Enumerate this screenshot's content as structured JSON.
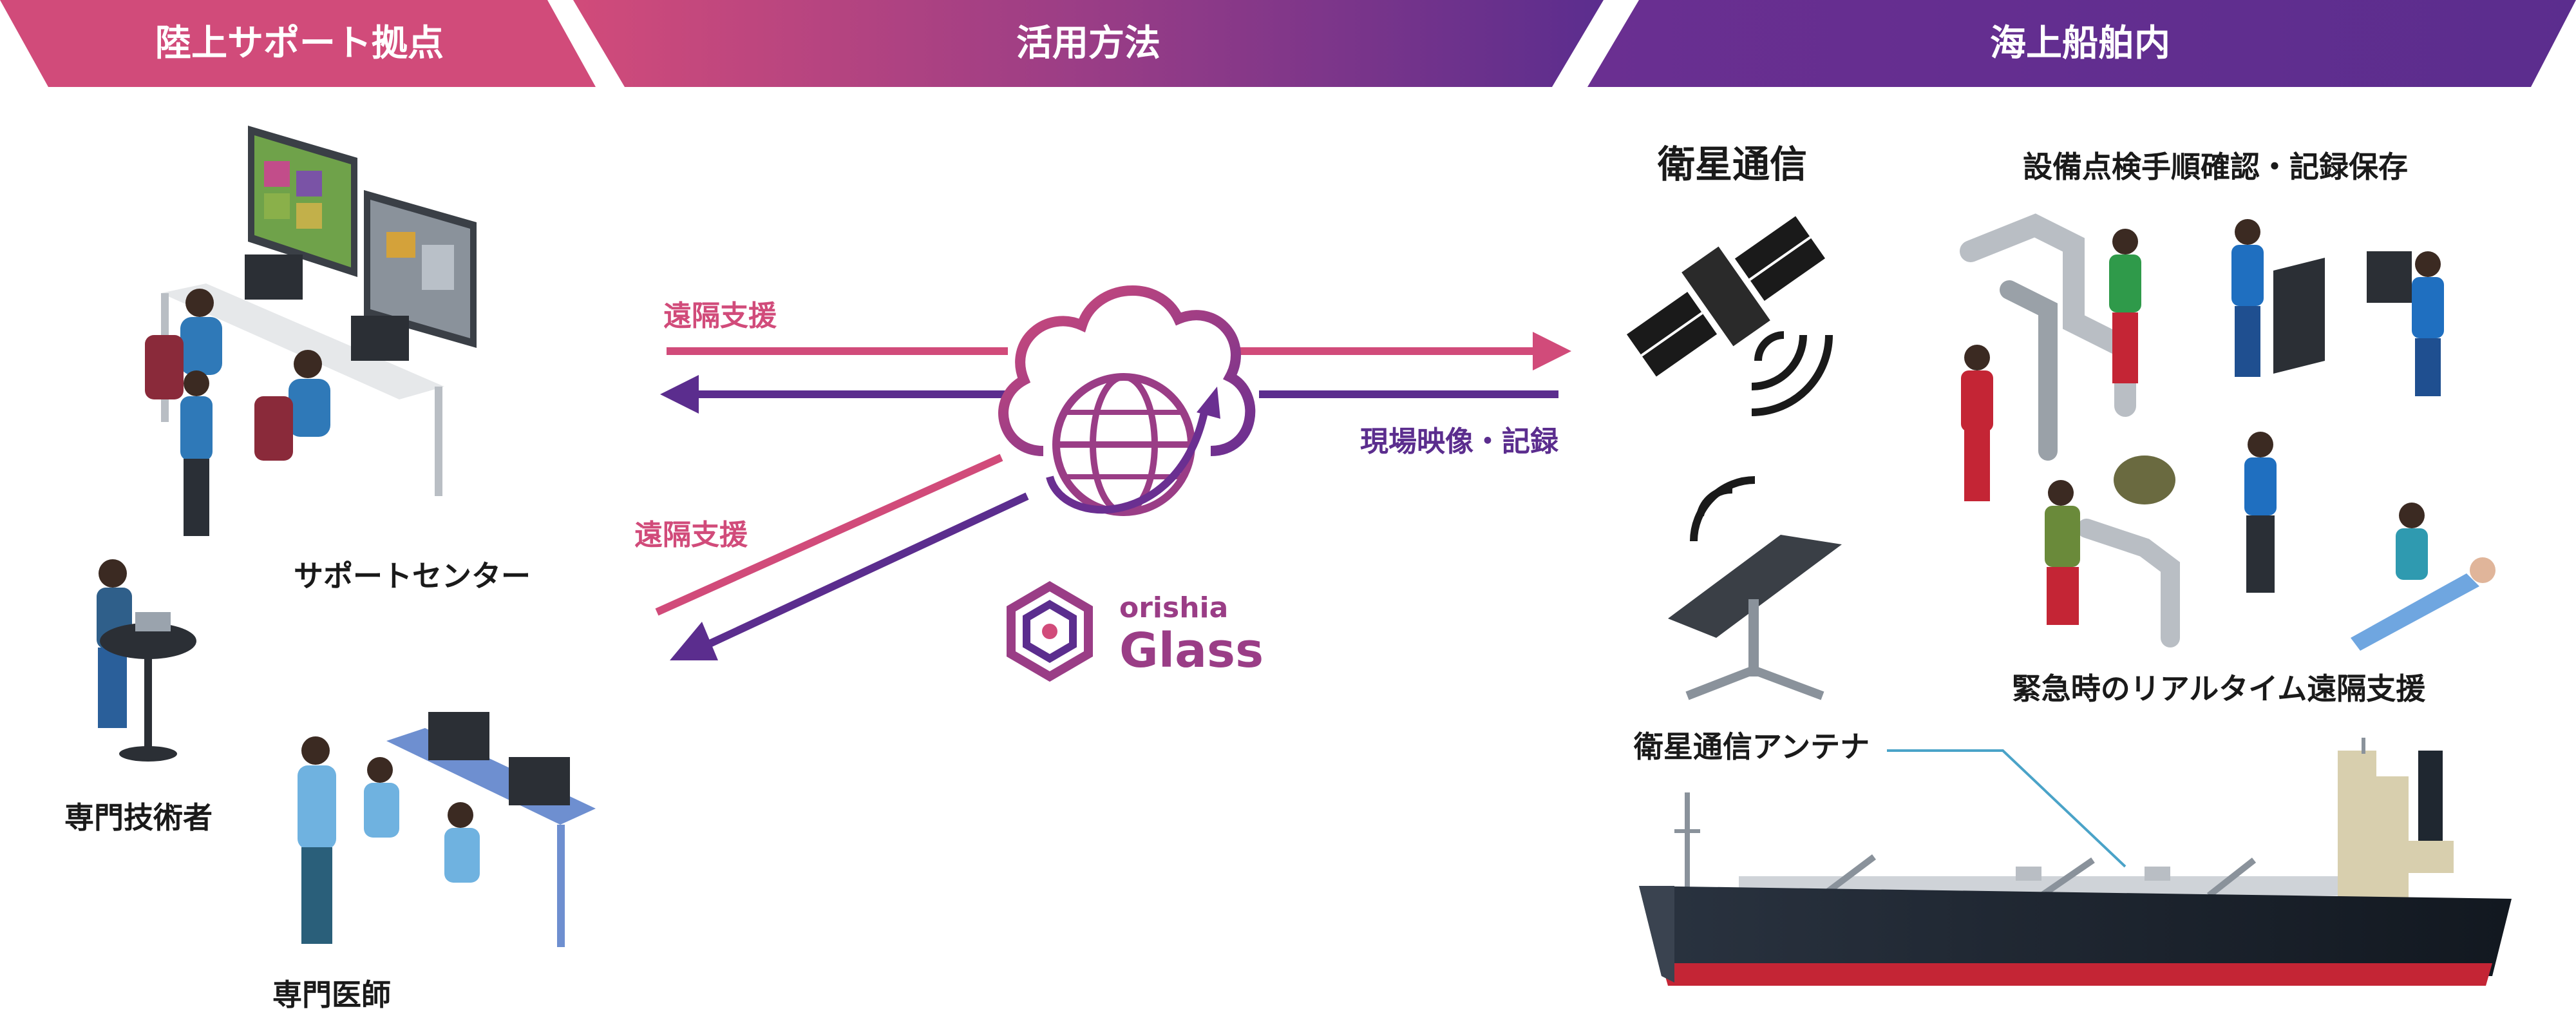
{
  "banners": {
    "left": "陸上サポート拠点",
    "middle": "活用方法",
    "right": "海上船舶内"
  },
  "left_labels": {
    "support_center": "サポートセンター",
    "specialist": "専門技術者",
    "doctor": "専門医師"
  },
  "middle_labels": {
    "remote_support_top": "遠隔支援",
    "remote_support_bottom": "遠隔支援",
    "field_video": "現場映像・記録"
  },
  "logo": {
    "small": "orishia",
    "big": "Glass"
  },
  "right_labels": {
    "satellite": "衛星通信",
    "inspection": "設備点検手順確認・記録保存",
    "emergency": "緊急時のリアルタイム遠隔支援",
    "antenna": "衛星通信アンテナ"
  },
  "colors": {
    "pink": "#d14b7a",
    "purple": "#5b2d8e",
    "dark": "#1a1a1a",
    "hull_dark": "#1c2530",
    "hull_red": "#c42535",
    "antenna_line": "#4aa3c8"
  }
}
